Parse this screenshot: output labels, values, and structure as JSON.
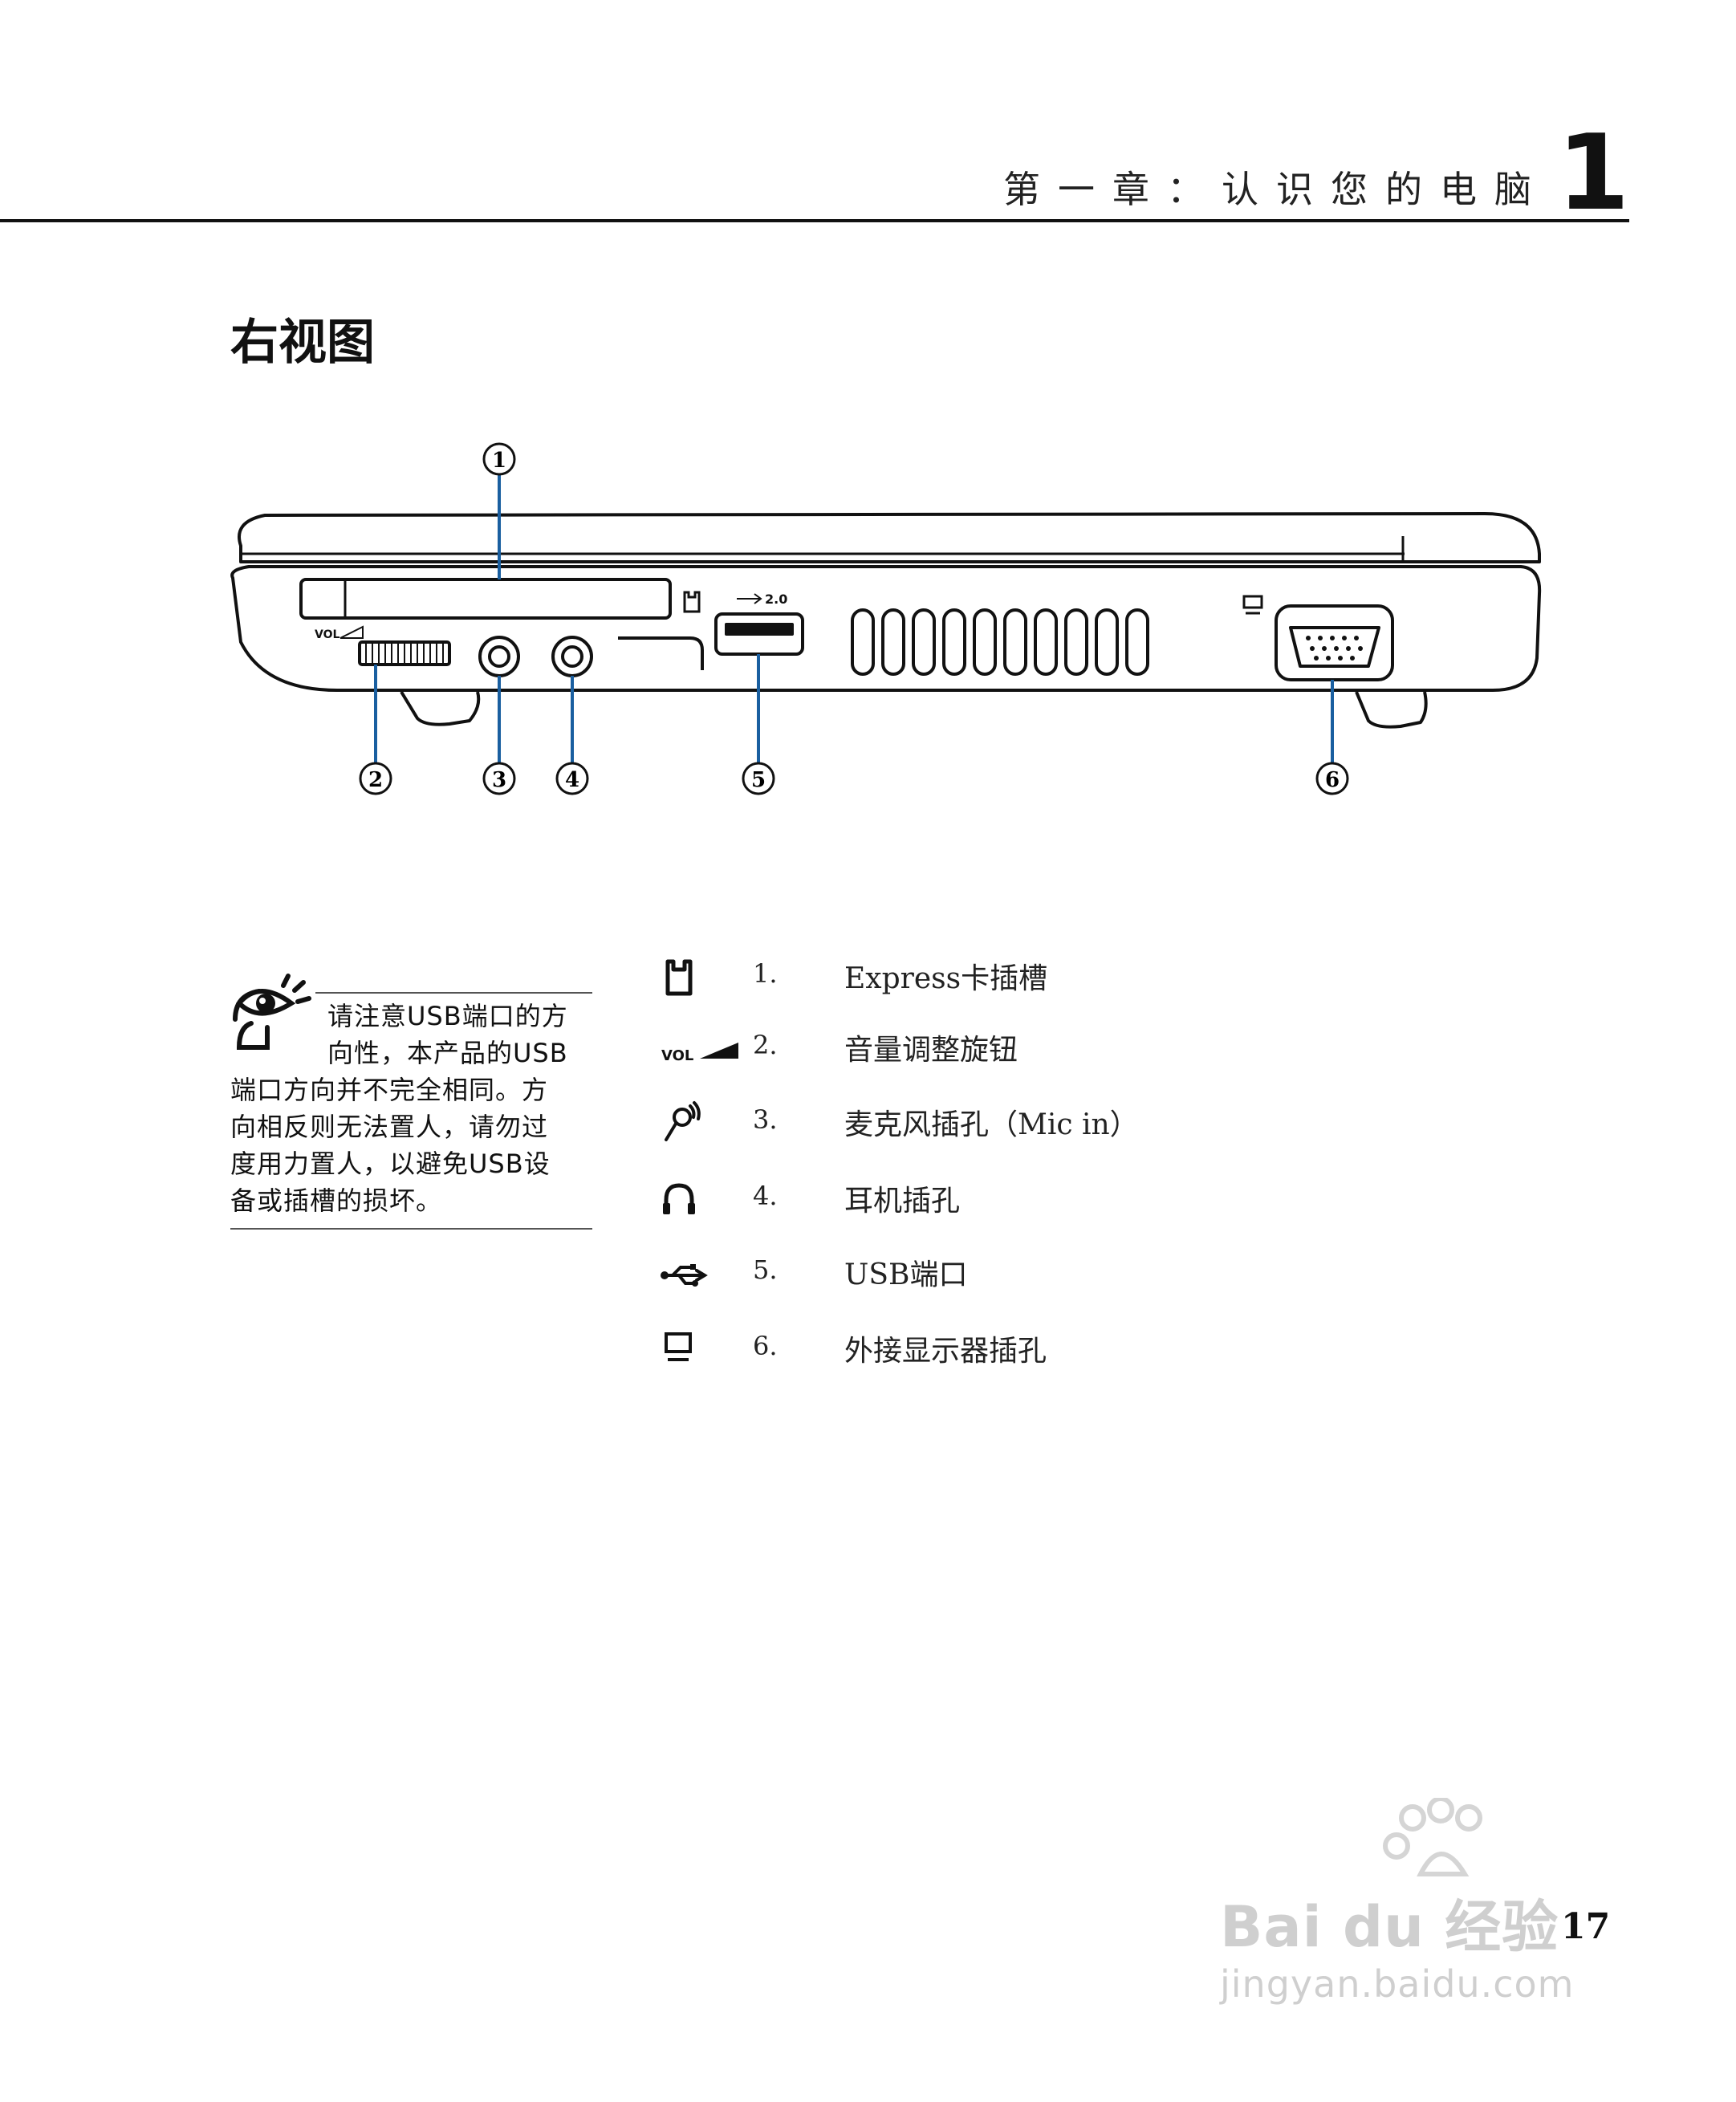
{
  "header": {
    "chapter_title": "第一章：认识您的电脑",
    "chapter_number": "1"
  },
  "section_title": "右视图",
  "diagram": {
    "callouts": [
      "1",
      "2",
      "3",
      "4",
      "5",
      "6"
    ],
    "usb_label": "2.0",
    "vol_label": "VOL"
  },
  "note": {
    "lines": [
      "请注意USB端口的方",
      "向性，本产品的USB",
      "端口方向并不完全相同。方",
      "向相反则无法置人，请勿过",
      "度用力置人，以避免USB设",
      "备或插槽的损坏。"
    ]
  },
  "legend": [
    {
      "icon": "express-card-icon",
      "num": "1.",
      "label": "Express卡插槽"
    },
    {
      "icon": "volume-icon",
      "icon_text": "VOL",
      "num": "2.",
      "label": "音量调整旋钮"
    },
    {
      "icon": "microphone-icon",
      "num": "3.",
      "label": "麦克风插孔（Mic in）"
    },
    {
      "icon": "headphone-icon",
      "num": "4.",
      "label": "耳机插孔"
    },
    {
      "icon": "usb-icon",
      "num": "5.",
      "label": "USB端口"
    },
    {
      "icon": "monitor-icon",
      "num": "6.",
      "label": "外接显示器插孔"
    }
  ],
  "watermark": {
    "brand": "Bai du 经验",
    "url": "jingyan.baidu.com"
  },
  "page_number": "17"
}
